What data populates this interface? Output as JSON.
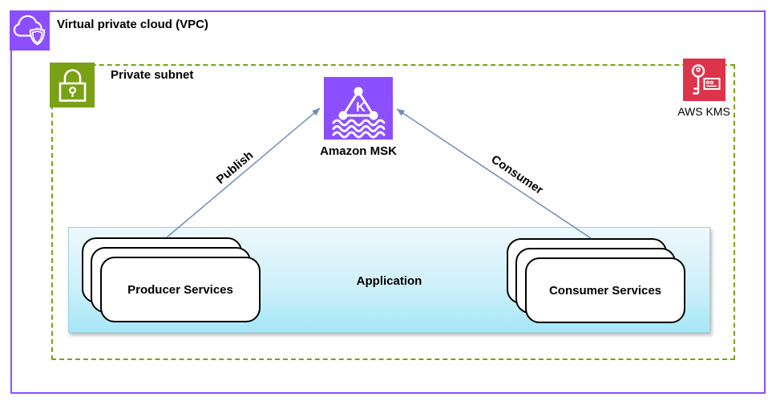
{
  "diagram": {
    "vpc": {
      "label": "Virtual private cloud (VPC)",
      "border_color": "#8C4FFF",
      "icon": "cloud-shield"
    },
    "private_subnet": {
      "label": "Private subnet",
      "border_color": "#7AA116",
      "icon": "lock"
    },
    "aws_kms": {
      "label": "AWS KMS",
      "color": "#DD344C",
      "icon": "key-card"
    },
    "amazon_msk": {
      "label": "Amazon MSK",
      "color": "#8C4FFF",
      "icon": "kafka-triangle-waves"
    },
    "application": {
      "label": "Application",
      "fill_top": "#EDF9FD",
      "fill_bottom": "#A6E7F8",
      "border_color": "#9FCFDF"
    },
    "producer_services": {
      "label": "Producer Services",
      "stack_count": 3
    },
    "consumer_services": {
      "label": "Consumer Services",
      "stack_count": 3
    },
    "edges": [
      {
        "label": "Publish",
        "from": "Producer Services",
        "to": "Amazon MSK",
        "color": "#6C8EBF"
      },
      {
        "label": "Consumer",
        "from": "Consumer Services",
        "to": "Amazon MSK",
        "color": "#6C8EBF"
      }
    ]
  }
}
